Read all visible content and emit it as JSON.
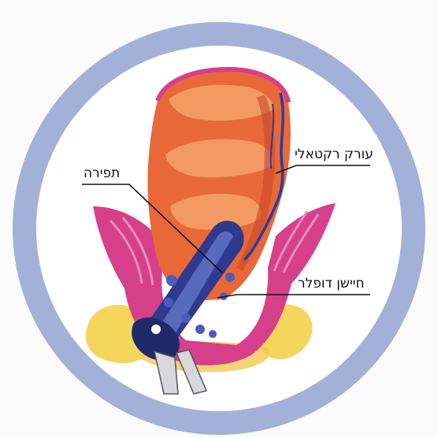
{
  "labels": {
    "rectal_vessel": "עורק רקטאלי",
    "suture": "תפירה",
    "doppler_sensor": "חיישן דופלר"
  },
  "colors": {
    "ring": "#a3b1d9",
    "ring_inner": "#ffffff",
    "colon": "#e8683a",
    "colon_highlight": "#f39a63",
    "colon_shadow": "#c94a2a",
    "tissue": "#d6408a",
    "tissue_light": "#ee8cc0",
    "fat": "#f4d24a",
    "device": "#2f3a8f",
    "device_light": "#6b7fd0",
    "vessel": "#2a3d9a",
    "handle": "#d8d8dc"
  },
  "icons": {
    "colon": "colon-illustration",
    "device": "doppler-anoscope-device",
    "vessel": "rectal-artery-vessel"
  }
}
